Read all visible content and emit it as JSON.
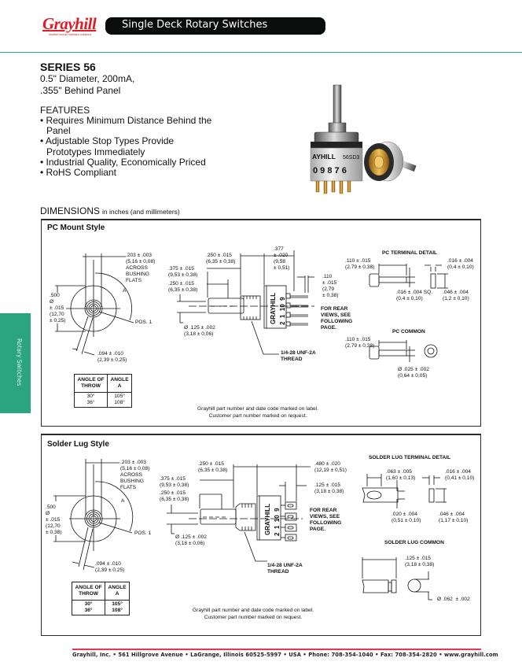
{
  "header": {
    "logo_text": "Grayhill",
    "logo_tagline": "intuitive human interface solutions",
    "title": "Single Deck Rotary Switches"
  },
  "intro": {
    "series_title": "SERIES 56",
    "subtitle_lines": [
      "0.5\" Diameter, 200mA,",
      ".355\" Behind Panel"
    ],
    "features_heading": "FEATURES",
    "features": [
      "Requires Minimum Distance Behind the Panel",
      "Adjustable Stop Types Provide Prototypes Immediately",
      "Industrial Quality, Economically Priced",
      "RoHS Compliant"
    ],
    "photo": {
      "switch1_label": "AYHILL",
      "switch1_code": "56SD3",
      "switch1_numbers": "0 9 8 7 6"
    }
  },
  "dimensions": {
    "title": "DIMENSIONS",
    "subtitle": "in inches (and millimeters)"
  },
  "side_tab": {
    "label": "Rotary Switches",
    "color": "#2aa57d"
  },
  "pc_mount": {
    "title": "PC Mount Style",
    "front": {
      "flats": ".203 ± .003\n(5,16 ± 0,08)\nACROSS\nBUSHING\nFLATS",
      "diameter": ".500\nØ\n± .015\n(12,70\n± 0,25)",
      "angle_label": "A",
      "pos1": "POS. 1",
      "keyway": ".094 ± .010\n(2,39 ± 0,25)"
    },
    "side": {
      "dim_250_top": ".250 ± .015\n(6,35 ± 0,38)",
      "dim_377": ".377\n± .020\n(9,58\n± 0,51)",
      "dim_375": ".375 ± .015\n(9,53 ± 0,38)",
      "dim_250": ".250 ± .015\n(6,35 ± 0,38)",
      "dim_110": ".110\n± .015\n(2,79\n± 0,38)",
      "shaft_dia": "Ø .125 ± .002\n(3,18 ± 0,06)",
      "thread": "1/4-28 UNF-2A\nTHREAD",
      "rear_note": "FOR REAR\nVIEWS, SEE\nFOLLOWING\nPAGE.",
      "body_label": "GRAYHILL",
      "body_numbers": "2  1  10  9"
    },
    "terminal_detail": {
      "title": "PC TERMINAL DETAIL",
      "length": ".110 ± .015\n(2,79 ± 0,38)",
      "thickness": ".016 ± .004\n(0,4 ± 0,10)",
      "square": ".016 ± .004 SQ.\n(0,4 ± 0,10)",
      "width": ".046 ± .004\n(1,2 ± 0,10)"
    },
    "common": {
      "title": "PC COMMON",
      "length": ".110 ± .015\n(2,79 ± 0,38)",
      "diameter": "Ø .025 ± .002\n(0,64 ± 0,05)"
    },
    "angle_table": {
      "headers": [
        "ANGLE OF\nTHROW",
        "ANGLE\nA"
      ],
      "rows": [
        [
          "30°",
          "105°"
        ],
        [
          "36°",
          "108°"
        ]
      ]
    },
    "note_lines": [
      "Grayhill part number and date code marked on label.",
      "Customer part number marked on request."
    ]
  },
  "solder_lug": {
    "title": "Solder Lug Style",
    "front": {
      "flats": ".203 ± .003\n(5,16 ± 0,08)\nACROSS\nBUSHING\nFLATS",
      "diameter": ".500\nØ\n± .015\n(12,70\n± 0,38)",
      "angle_label": "A",
      "pos1": "POS. 1",
      "keyway": ".094 ± .010\n(2,39 ± 0,25)"
    },
    "side": {
      "dim_250_top": ".250 ± .015\n(6,35 ± 0,38)",
      "dim_480": ".480 ± .020\n(12,19 ± 0,51)",
      "dim_375": ".375 ± .015\n(9,53 ± 0,38)",
      "dim_250": ".250 ± .015\n(6,35 ± 0,38)",
      "dim_125": ".125 ± .015\n(3,18 ± 0,38)",
      "shaft_dia": "Ø .125 ± .002\n(3,18 ± 0,06)",
      "thread": "1/4-28 UNF-2A\nTHREAD",
      "rear_note": "FOR REAR\nVIEWS, SEE\nFOLLOWING\nPAGE.",
      "body_label": "GRAYHILL",
      "body_numbers": "2  1  10  9"
    },
    "terminal_detail": {
      "title": "SOLDER LUG TERMINAL DETAIL",
      "hole": ".063 ± .005\n(1,60 ± 0,13)",
      "thickness": ".016 ± .004\n(0,41 ± 0,10)",
      "height": ".020 ± .004\n(0,51 ± 0,10)",
      "width": ".046 ± .004\n(1,17 ± 0,10)"
    },
    "common": {
      "title": "SOLDER LUG COMMON",
      "length": ".125 ± .015\n(3,18 ± 0,38)",
      "diameter": "Ø .062  ± .002"
    },
    "angle_table": {
      "headers": [
        "ANGLE OF\nTHROW",
        "ANGLE\nA"
      ],
      "rows": [
        [
          "30°",
          "105°"
        ],
        [
          "36°",
          "108°"
        ]
      ]
    },
    "note_lines": [
      "Grayhill part number and date code marked on label.",
      "Customer part number marked on request."
    ]
  },
  "footer": {
    "text": "Grayhill, Inc. • 561 Hillgrove Avenue • LaGrange, Illinois   60525-5997 • USA • Phone: 708-354-1040 • Fax: 708-354-2820 • www.grayhill.com"
  },
  "colors": {
    "brand_red": "#e01b24",
    "accent_green": "#2aa57d",
    "footer_red": "#e3384d",
    "header_bar": "#0b0d0c"
  }
}
